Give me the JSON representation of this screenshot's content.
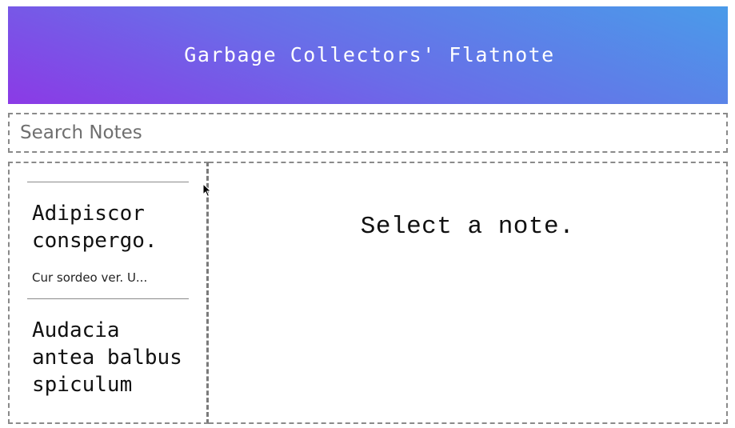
{
  "header": {
    "title": "Garbage Collectors' Flatnote"
  },
  "search": {
    "placeholder": "Search Notes",
    "value": ""
  },
  "notes": [
    {
      "title": "Adipiscor conspergo.",
      "preview": "Cur sordeo ver. U..."
    },
    {
      "title": "Audacia antea balbus spiculum",
      "preview": ""
    }
  ],
  "note_view": {
    "empty_message": "Select a note."
  },
  "icons": {
    "cursor": "mouse-pointer-icon"
  },
  "colors": {
    "header_gradient_start": "#4a9be9",
    "header_gradient_end": "#8b3ae6",
    "border": "#8a8a8a"
  }
}
